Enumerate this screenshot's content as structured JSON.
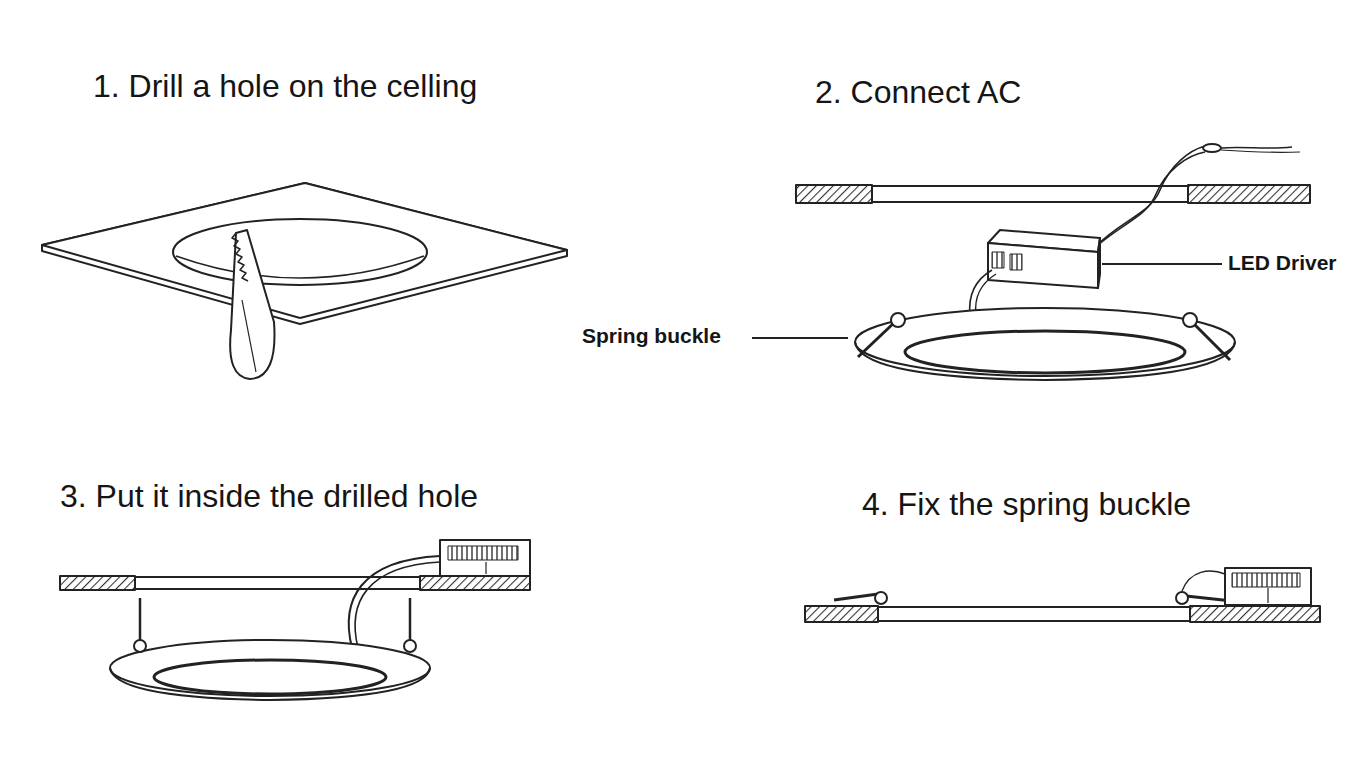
{
  "diagram": {
    "labels": [
      "1. Drill a hole on the celling",
      "2. Connect AC",
      "3. Put it inside the drilled hole",
      "4. Fix the spring buckle",
      "LED Driver",
      "Spring buckle"
    ]
  }
}
